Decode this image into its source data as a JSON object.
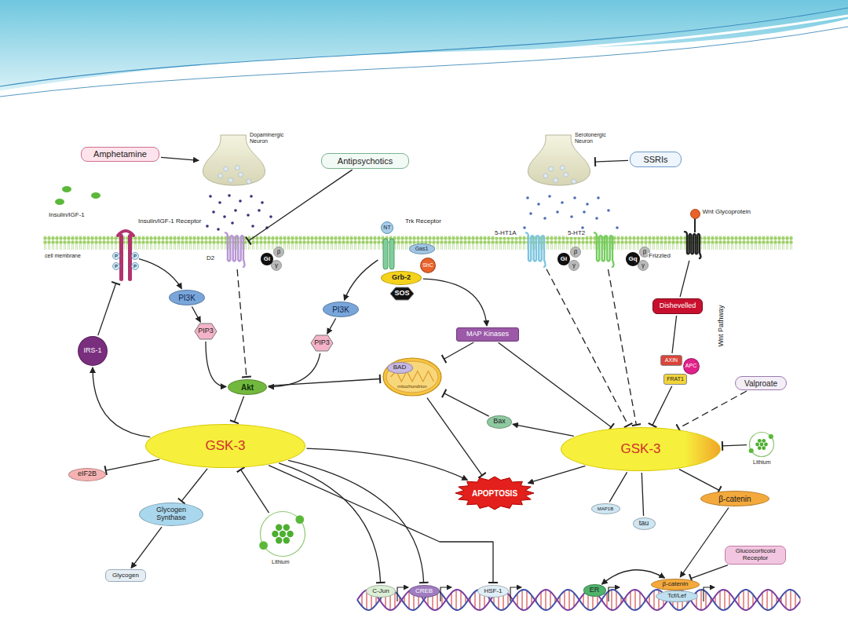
{
  "diagram": {
    "nodes": [
      {
        "text": [
          "Amphetamine"
        ]
      },
      {
        "text": [
          "Dopaminergic Neuron"
        ]
      },
      {
        "text": [
          "Antipsychotics"
        ]
      },
      {
        "text": [
          "Serotonergic Neuron"
        ]
      },
      {
        "text": [
          "SSRIs"
        ]
      },
      {
        "text": [
          "Wnt Glycoprotein"
        ]
      },
      {
        "text": [
          "Insulin/IGF-1 Receptor"
        ]
      },
      {
        "text": [
          "D2"
        ]
      },
      {
        "text": [
          "Gi"
        ]
      },
      {
        "text": [
          "NT"
        ]
      },
      {
        "text": [
          "Trk Receptor"
        ]
      },
      {
        "text": [
          "Gas1"
        ]
      },
      {
        "text": [
          "ShC"
        ]
      },
      {
        "text": [
          "Grb-2"
        ]
      },
      {
        "text": [
          "SOS"
        ]
      },
      {
        "text": [
          "5-HT1A"
        ]
      },
      {
        "text": [
          "Gi"
        ]
      },
      {
        "text": [
          "5-HT2"
        ]
      },
      {
        "text": [
          "Gq"
        ]
      },
      {
        "text": [
          "Frizzled"
        ]
      },
      {
        "text": [
          "PI3K"
        ]
      },
      {
        "text": [
          "PI3K"
        ]
      },
      {
        "text": [
          "Dishevelled"
        ]
      },
      {
        "text": [
          "PIP3"
        ]
      },
      {
        "text": [
          "MAP Kinases"
        ]
      },
      {
        "text": [
          "PIP3"
        ]
      },
      {
        "text": [
          "IRS-1"
        ]
      },
      {
        "text": [
          "AXIN"
        ]
      },
      {
        "text": [
          "APC"
        ]
      },
      {
        "text": [
          "mitochondrion"
        ]
      },
      {
        "text": [
          "BAD"
        ],
        "in": 29
      },
      {
        "text": [
          "FRAT1"
        ]
      },
      {
        "text": [
          "Akt"
        ]
      },
      {
        "text": [
          "Valproate"
        ]
      },
      {
        "text": [
          "Bax"
        ]
      },
      {
        "text": [
          "GSK-3"
        ]
      },
      {
        "text": [
          "GSK-3"
        ]
      },
      {
        "text": [
          "Lithium"
        ]
      },
      {
        "text": [
          "eIF2B"
        ]
      },
      {
        "text": [
          "APOPTOSIS"
        ]
      },
      {
        "text": [
          "β-catenin"
        ]
      },
      {
        "text": [
          "MAP1B"
        ]
      },
      {
        "text": [
          "Glycogen Synthase"
        ]
      },
      {
        "text": [
          "tau"
        ]
      },
      {
        "text": [
          "Lithium"
        ]
      },
      {
        "text": [
          "Glucocorticoid Receptor"
        ]
      },
      {
        "text": [
          "Glycogen"
        ]
      },
      {
        "text": [
          "C-Jun"
        ]
      },
      {
        "text": [
          "CREB"
        ]
      },
      {
        "text": [
          "HSF-1"
        ]
      },
      {
        "text": [
          "ER"
        ]
      },
      {
        "text": [
          "β-catenin"
        ]
      },
      {
        "text": [
          "Tcf/Lef"
        ]
      }
    ],
    "edges": [
      {
        "from": 0,
        "to": 1,
        "arrow": "to"
      },
      {
        "from": 2,
        "to": 7,
        "arrow": "to"
      },
      {
        "from": 4,
        "to": 3,
        "arrow": "to"
      },
      {
        "from": 6,
        "to": 20,
        "arrow": "to"
      },
      {
        "from": 20,
        "to": 23,
        "arrow": "to"
      },
      {
        "from": 23,
        "to": 32,
        "arrow": "to"
      },
      {
        "from": 7,
        "to": 32,
        "arrow": "to"
      },
      {
        "from": 10,
        "to": 21,
        "arrow": "to"
      },
      {
        "from": 21,
        "to": 25,
        "arrow": "to"
      },
      {
        "from": 25,
        "to": 32,
        "arrow": "to"
      },
      {
        "from": 13,
        "to": 24,
        "arrow": "to"
      },
      {
        "from": 24,
        "to": 29,
        "arrow": "to"
      },
      {
        "from": 24,
        "to": 36,
        "arrow": "to"
      },
      {
        "from": 32,
        "to": 35,
        "arrow": "to"
      },
      {
        "from": 32,
        "to": 29,
        "arrow": "to"
      },
      {
        "from": 35,
        "to": 26,
        "arrow": "to"
      },
      {
        "from": 26,
        "to": 6,
        "arrow": "to"
      },
      {
        "from": 35,
        "to": 38,
        "arrow": "to"
      },
      {
        "from": 35,
        "to": 42,
        "arrow": "to"
      },
      {
        "from": 42,
        "to": 46,
        "arrow": "to"
      },
      {
        "from": 44,
        "to": 35,
        "arrow": "to"
      },
      {
        "from": 35,
        "to": 39,
        "arrow": "to"
      },
      {
        "from": 35,
        "to": 47,
        "arrow": "to"
      },
      {
        "from": 35,
        "to": 48,
        "arrow": "to"
      },
      {
        "from": 35,
        "to": 49,
        "arrow": "to"
      },
      {
        "from": 36,
        "to": 34,
        "arrow": "to"
      },
      {
        "from": 34,
        "to": 29,
        "arrow": "to"
      },
      {
        "from": 29,
        "to": 39,
        "arrow": "to"
      },
      {
        "from": 36,
        "to": 39,
        "arrow": "to"
      },
      {
        "from": 15,
        "to": 36,
        "arrow": "to"
      },
      {
        "from": 17,
        "to": 36,
        "arrow": "to"
      },
      {
        "from": 19,
        "to": 22,
        "arrow": "none"
      },
      {
        "from": 22,
        "to": 27,
        "arrow": "none"
      },
      {
        "from": 31,
        "to": 36,
        "arrow": "to"
      },
      {
        "from": 33,
        "to": 36,
        "arrow": "to"
      },
      {
        "from": 37,
        "to": 36,
        "arrow": "to"
      },
      {
        "from": 36,
        "to": 41,
        "arrow": "none"
      },
      {
        "from": 36,
        "to": 43,
        "arrow": "none"
      },
      {
        "from": 36,
        "to": 40,
        "arrow": "to"
      },
      {
        "from": 40,
        "to": 51,
        "arrow": "to"
      },
      {
        "from": 45,
        "to": 51,
        "arrow": "to"
      },
      {
        "from": 50,
        "to": 51,
        "arrow": "both"
      }
    ],
    "labels": [
      "Insulin/IGF-1",
      "cell membrane",
      "P",
      "P",
      "P",
      "P",
      "β",
      "γ",
      "β",
      "γ",
      "β",
      "γ",
      "Wnt Pathway"
    ]
  }
}
